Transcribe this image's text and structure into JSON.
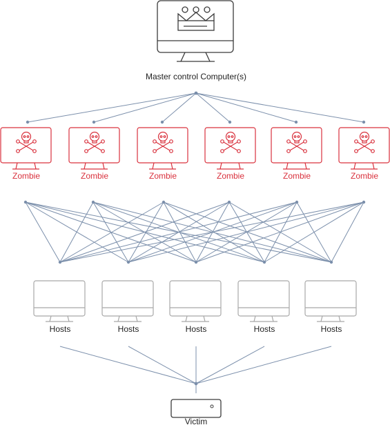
{
  "master": {
    "label": "Master control Computer(s)"
  },
  "zombies": [
    {
      "label": "Zombie"
    },
    {
      "label": "Zombie"
    },
    {
      "label": "Zombie"
    },
    {
      "label": "Zombie"
    },
    {
      "label": "Zombie"
    },
    {
      "label": "Zombie"
    }
  ],
  "hosts": [
    {
      "label": "Hosts"
    },
    {
      "label": "Hosts"
    },
    {
      "label": "Hosts"
    },
    {
      "label": "Hosts"
    },
    {
      "label": "Hosts"
    }
  ],
  "victim": {
    "label": "Victim"
  },
  "colors": {
    "line": "#7b8fab",
    "dot": "#7b8fab",
    "master": "#3a3a3a",
    "zombie": "#d9303c",
    "host": "#a8a8a8",
    "victim": "#3a3a3a",
    "text": "#222222"
  }
}
